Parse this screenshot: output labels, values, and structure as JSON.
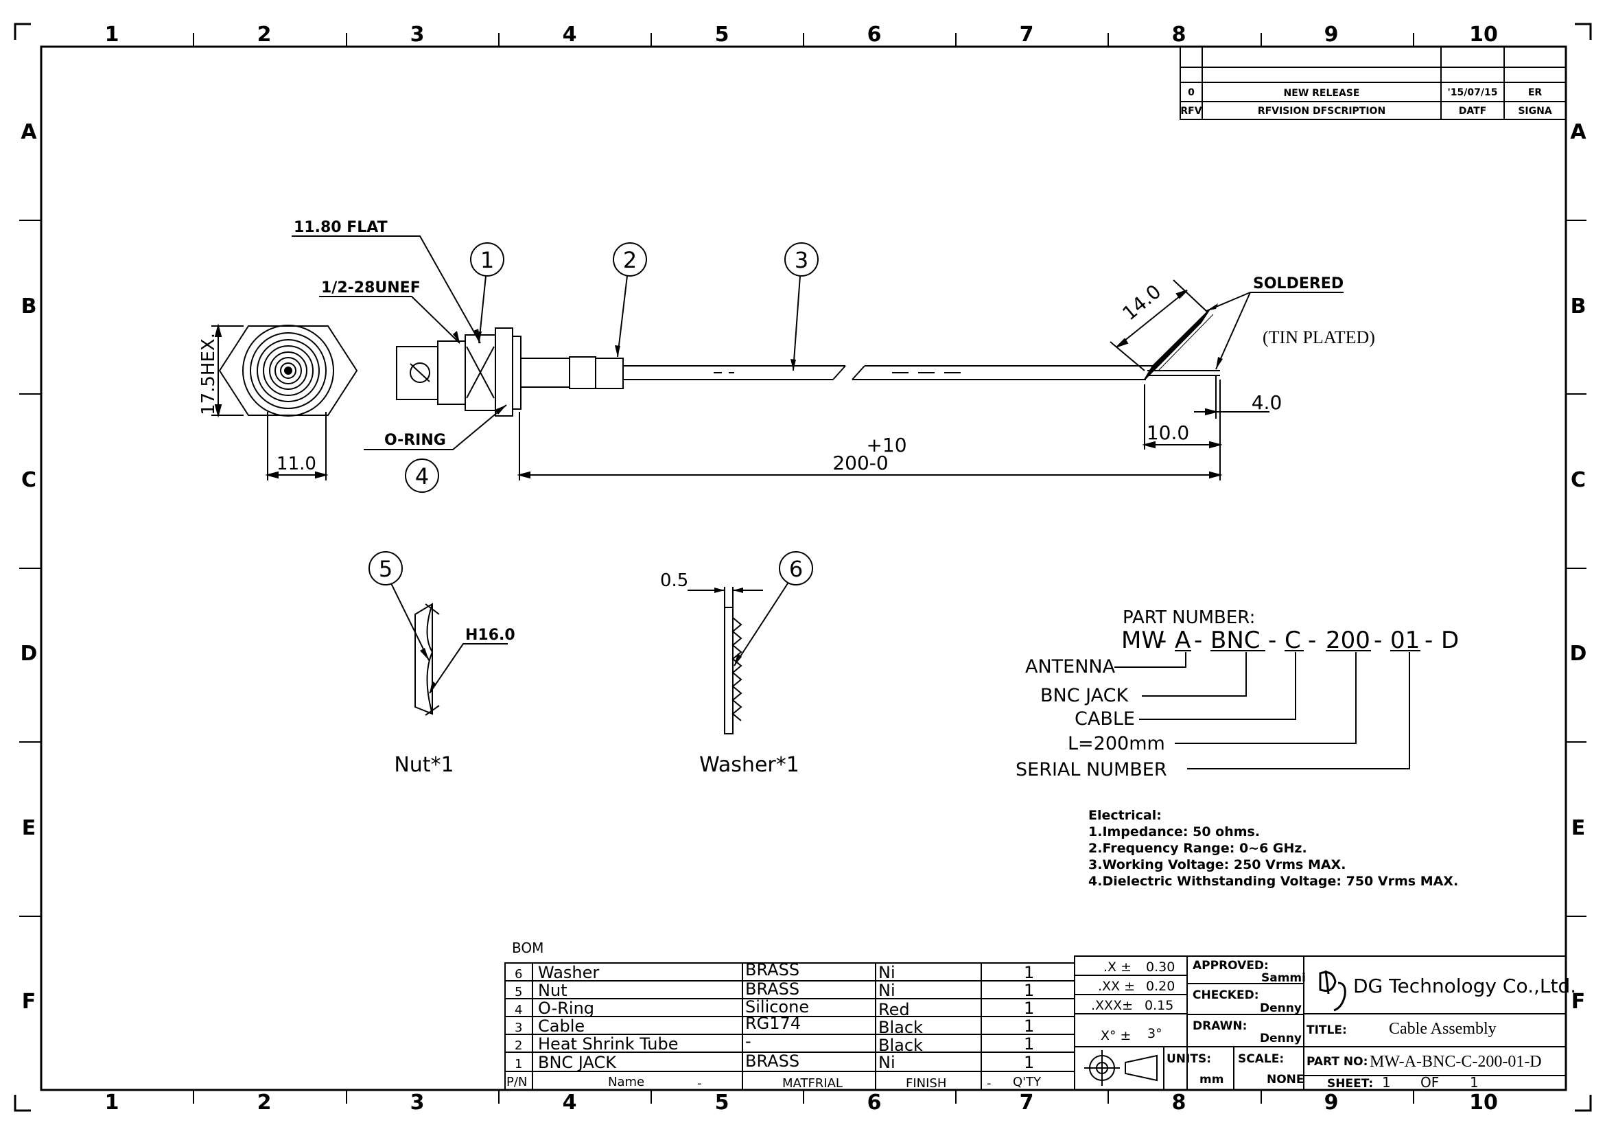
{
  "frame": {
    "columns": [
      "1",
      "2",
      "3",
      "4",
      "5",
      "6",
      "7",
      "8",
      "9",
      "10"
    ],
    "rows": [
      "A",
      "B",
      "C",
      "D",
      "E",
      "F"
    ]
  },
  "revision_block": {
    "row": {
      "rev": "0",
      "description": "NEW RELEASE",
      "date": "'15/07/15",
      "signature": "ER"
    },
    "headers": {
      "rev": "RFV",
      "description": "RFVISION DFSCRIPTION",
      "date": "DATF",
      "signature": "SIGNA"
    }
  },
  "drawing": {
    "flat_label": "11.80 FLAT",
    "thread_label": "1/2-28UNEF",
    "oring_label": "O-RING",
    "hex_label": "17.5HEX.",
    "dim_11": "11.0",
    "soldered_label": "SOLDERED",
    "tin_plated_label": "(TIN PLATED)",
    "dim_14": "14.0",
    "dim_10": "10.0",
    "dim_4": "4.0",
    "length_tol": "+10",
    "length_value": "200-0",
    "balloons": [
      "1",
      "2",
      "3",
      "4",
      "5",
      "6"
    ],
    "nut_h_label": "H16.0",
    "nut_caption": "Nut*1",
    "washer_thk": "0.5",
    "washer_caption": "Washer*1"
  },
  "part_number": {
    "heading": "PART NUMBER:",
    "segments": [
      "MW",
      "A",
      "BNC",
      "C",
      "200",
      "01",
      "D"
    ],
    "callouts": [
      "ANTENNA",
      "BNC JACK",
      "CABLE",
      "L=200mm",
      "SERIAL NUMBER"
    ]
  },
  "electrical": {
    "heading": "Electrical:",
    "lines": [
      "1.Impedance: 50 ohms.",
      "2.Frequency Range: 0~6 GHz.",
      "3.Working Voltage: 250 Vrms MAX.",
      "4.Dielectric Withstanding Voltage: 750 Vrms MAX."
    ]
  },
  "bom": {
    "title": "BOM",
    "rows": [
      {
        "pn": "6",
        "name": "Washer",
        "material": "BRASS",
        "finish": "Ni",
        "qty": "1"
      },
      {
        "pn": "5",
        "name": "Nut",
        "material": "BRASS",
        "finish": "Ni",
        "qty": "1"
      },
      {
        "pn": "4",
        "name": "O-Ring",
        "material": "Silicone",
        "finish": "Red",
        "qty": "1"
      },
      {
        "pn": "3",
        "name": "Cable",
        "material": "RG174",
        "finish": "Black",
        "qty": "1"
      },
      {
        "pn": "2",
        "name": "Heat Shrink Tube",
        "material": "-",
        "finish": "Black",
        "qty": "1"
      },
      {
        "pn": "1",
        "name": "BNC JACK",
        "material": "BRASS",
        "finish": "Ni",
        "qty": "1"
      }
    ],
    "headers": {
      "pn": "P/N",
      "name": "Name",
      "dash1": "-",
      "material": "MATFRIAL",
      "finish": "FINISH",
      "dash2": "-",
      "qty": "Q'TY"
    }
  },
  "tolerances": [
    {
      "label": ".X ±",
      "value": "0.30"
    },
    {
      "label": ".XX ±",
      "value": "0.20"
    },
    {
      "label": ".XXX±",
      "value": "0.15"
    },
    {
      "label": "X° ±",
      "value": "3°"
    }
  ],
  "title_block": {
    "approved_label": "APPROVED:",
    "approved_by": "Sammi",
    "checked_label": "CHECKED:",
    "checked_by": "Denny",
    "drawn_label": "DRAWN:",
    "drawn_by": "Denny",
    "units_label": "UNITS:",
    "units": "mm",
    "scale_label": "SCALE:",
    "scale": "NONE",
    "company": "DG Technology Co.,Ltd.",
    "title_label": "TITLE:",
    "title": "Cable Assembly",
    "partno_label": "PART NO:",
    "partno": "MW-A-BNC-C-200-01-D",
    "sheet_label": "SHEET:",
    "sheet": "1",
    "of_label": "OF",
    "sheets": "1"
  }
}
